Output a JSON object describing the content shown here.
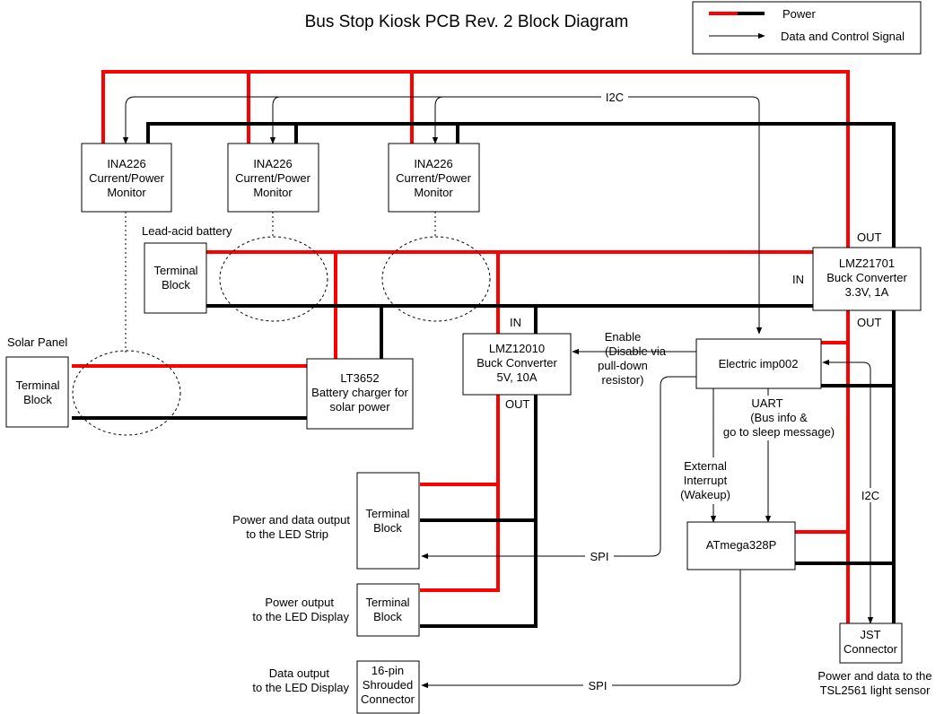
{
  "title": "Bus Stop Kiosk PCB Rev. 2 Block Diagram",
  "legend": {
    "power": "Power",
    "signal": "Data and Control Signal"
  },
  "colors": {
    "power_red": "#ff0000",
    "power_black": "#000000"
  },
  "blocks": {
    "ina1": [
      "INA226",
      "Current/Power",
      "Monitor"
    ],
    "ina2": [
      "INA226",
      "Current/Power",
      "Monitor"
    ],
    "ina3": [
      "INA226",
      "Current/Power",
      "Monitor"
    ],
    "battery_tb": [
      "Terminal",
      "Block"
    ],
    "solar_tb": [
      "Terminal",
      "Block"
    ],
    "lt3652": [
      "LT3652",
      "Battery charger for",
      "solar power"
    ],
    "lmz12010": [
      "LMZ12010",
      "Buck Converter",
      "5V, 10A"
    ],
    "lmz21701": [
      "LMZ21701",
      "Buck Converter",
      "3.3V, 1A"
    ],
    "imp": [
      "Electric imp002"
    ],
    "atmega": [
      "ATmega328P"
    ],
    "tb_strip": [
      "Terminal",
      "Block"
    ],
    "tb_display": [
      "Terminal",
      "Block"
    ],
    "shrouded": [
      "16-pin",
      "Shrouded",
      "Connector"
    ],
    "jst": [
      "JST",
      "Connector"
    ]
  },
  "labels": {
    "lead_acid": "Lead-acid battery",
    "solar_panel": "Solar Panel",
    "i2c_top": "I2C",
    "i2c_right": "I2C",
    "lmz21701_out_top": "OUT",
    "lmz21701_in": "IN",
    "lmz21701_out_bottom": "OUT",
    "lmz12010_in": "IN",
    "lmz12010_out": "OUT",
    "enable": [
      "Enable",
      "(Disable via",
      "pull-down",
      "resistor)"
    ],
    "uart": [
      "UART",
      "(Bus info &",
      "go to sleep message)"
    ],
    "ext_int": [
      "External",
      "Interrupt",
      "(Wakeup)"
    ],
    "spi_strip": "SPI",
    "spi_display": "SPI",
    "strip_out": [
      "Power and data output",
      "to the LED Strip"
    ],
    "display_power": [
      "Power output",
      "to the LED Display"
    ],
    "display_data": [
      "Data output",
      "to the LED Display"
    ],
    "sensor": [
      "Power and data to the",
      "TSL2561 light sensor"
    ]
  }
}
